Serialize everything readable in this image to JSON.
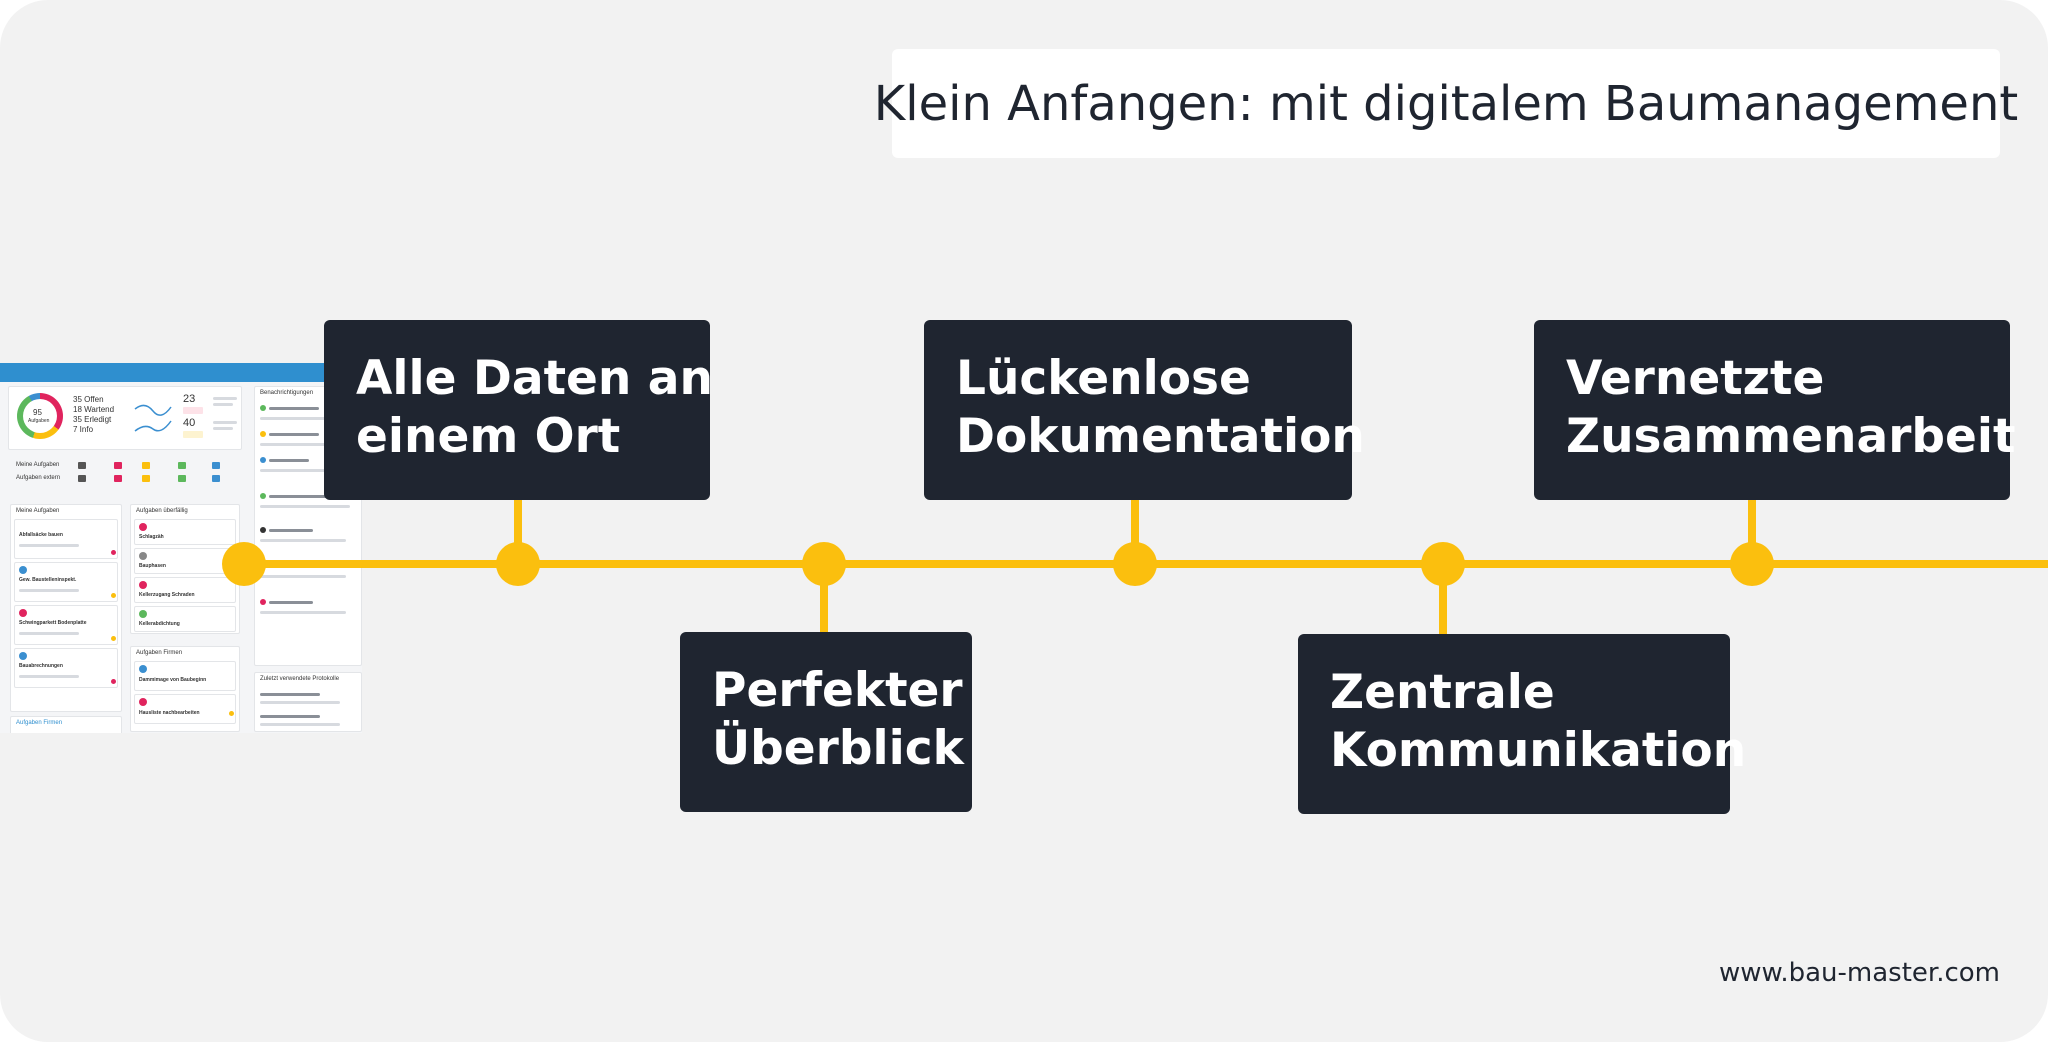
{
  "title": "Klein Anfangen: mit digitalem Baumanagement",
  "website": "www.bau-master.com",
  "milestones": [
    {
      "line1": "Alle Daten an",
      "line2": "einem Ort"
    },
    {
      "line1": "Perfekter",
      "line2": "Überblick"
    },
    {
      "line1": "Lückenlose",
      "line2": "Dokumentation"
    },
    {
      "line1": "Zentrale",
      "line2": "Kommunikation"
    },
    {
      "line1": "Vernetzte",
      "line2": "Zusammenarbeit"
    }
  ],
  "colors": {
    "timeline": "#fbbf0e",
    "card": "#1f2530",
    "background": "#f2f2f2",
    "app_bar": "#2f8fcf"
  },
  "app_screenshot": {
    "donut_total": "95",
    "donut_label": "Aufgaben",
    "stats": [
      "35 Offen",
      "18 Wartend",
      "35 Erledigt",
      "7 Info"
    ],
    "metric_1": "23",
    "metric_2": "40",
    "notifications_title": "Benachrichtigungen",
    "row_my_tasks": "Meine Aufgaben",
    "row_ext_tasks": "Aufgaben extern",
    "col_my_tasks": "Meine Aufgaben",
    "col_overdue": "Aufgaben überfällig",
    "col_companies": "Aufgaben Firmen",
    "col_companies_2": "Aufgaben Firmen",
    "col_protocols": "Zuletzt verwendete Protokolle",
    "my_tasks": [
      "Abfallsäcke bauen",
      "Gew. Baustelleninspekt.",
      "Schwingparkett Bodenplatte",
      "Bauabrechnungen"
    ],
    "overdue_tasks": [
      "Schlagzäh",
      "Bauphasen",
      "Kellerzugang Schraden",
      "Kellerabdichtung"
    ],
    "company_tasks": [
      "Dammimage von Baubeginn",
      "Hausliste nachbearbeiten"
    ]
  }
}
